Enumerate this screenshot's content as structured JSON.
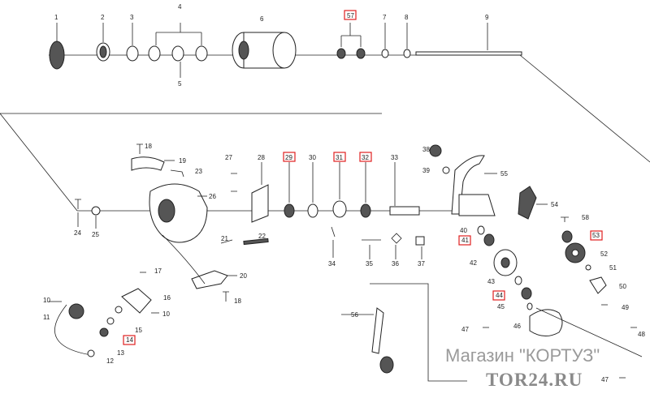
{
  "labels": {
    "p1": "1",
    "p2": "2",
    "p3": "3",
    "p4": "4",
    "p5": "5",
    "p6": "6",
    "p7": "7",
    "p8": "8",
    "p9": "9",
    "p10a": "10",
    "p10b": "10",
    "p11": "11",
    "p12": "12",
    "p13": "13",
    "p14": "14",
    "p15": "15",
    "p16": "16",
    "p17": "17",
    "p18a": "18",
    "p18b": "18",
    "p19": "19",
    "p20": "20",
    "p21": "21",
    "p22": "22",
    "p23": "23",
    "p24": "24",
    "p25": "25",
    "p26": "26",
    "p27": "27",
    "p28": "28",
    "p29": "29",
    "p30": "30",
    "p31": "31",
    "p32": "32",
    "p33": "33",
    "p34": "34",
    "p35": "35",
    "p36": "36",
    "p37": "37",
    "p38": "38",
    "p39": "39",
    "p40": "40",
    "p41": "41",
    "p42": "42",
    "p43": "43",
    "p44": "44",
    "p45": "45",
    "p46": "46",
    "p47a": "47",
    "p47b": "47",
    "p48": "48",
    "p49": "49",
    "p50": "50",
    "p51": "51",
    "p52": "52",
    "p53": "53",
    "p54": "54",
    "p55": "55",
    "p56": "56",
    "p57": "57",
    "p58": "58"
  },
  "highlighted_parts": [
    "14",
    "29",
    "31",
    "32",
    "41",
    "44",
    "53",
    "57"
  ],
  "highlight_color": "#e02020",
  "watermark": {
    "shop": "Магазин \"КОРТУЗ\"",
    "site": "TOR24.RU"
  }
}
